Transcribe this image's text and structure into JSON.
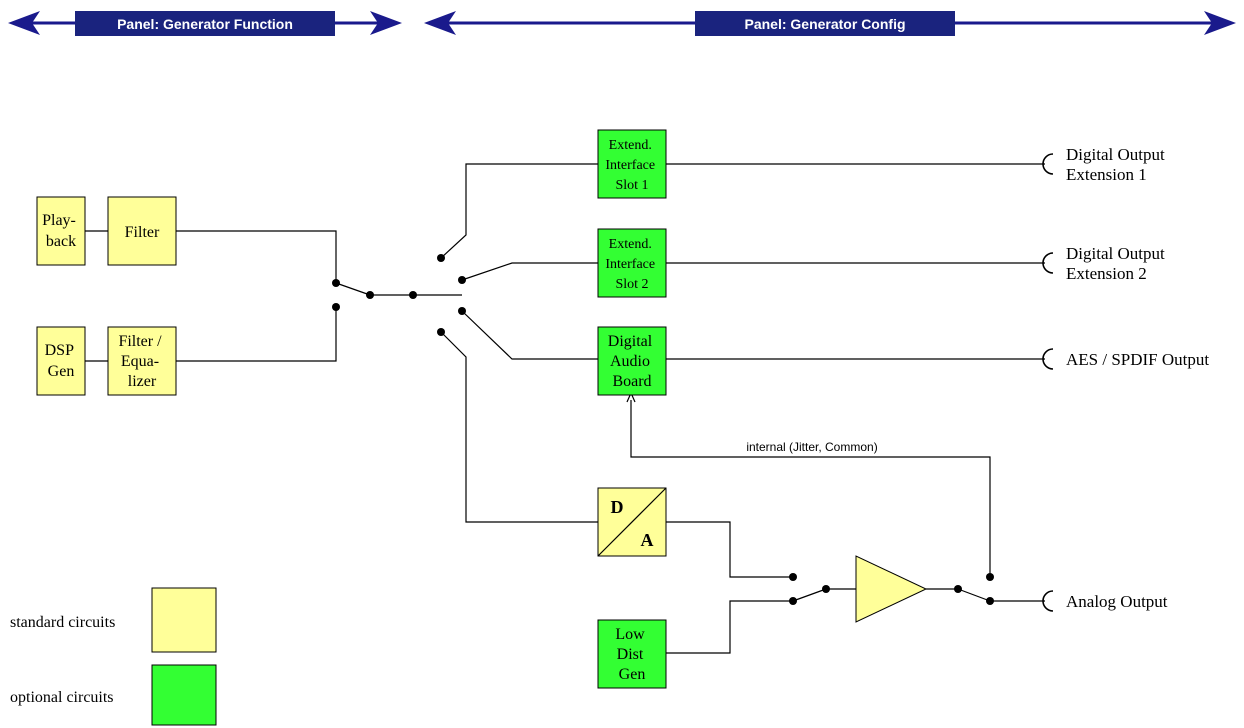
{
  "colors": {
    "standard": "#ffff99",
    "optional": "#33ff33",
    "panel": "#1a237e",
    "arrow": "#1a1a8c"
  },
  "panels": {
    "function": "Panel: Generator Function",
    "config": "Panel: Generator Config"
  },
  "blocks": {
    "playback": [
      "Play-",
      "back"
    ],
    "filter1": [
      "Filter"
    ],
    "dsp_gen": [
      "DSP",
      "Gen"
    ],
    "filter_eq": [
      "Filter /",
      "Equa-",
      "lizer"
    ],
    "ext_slot1": [
      "Extend.",
      "Interface",
      "Slot 1"
    ],
    "ext_slot2": [
      "Extend.",
      "Interface",
      "Slot 2"
    ],
    "digital_audio_board": [
      "Digital",
      "Audio",
      "Board"
    ],
    "da_converter": [
      "D",
      "A"
    ],
    "low_dist_gen": [
      "Low",
      "Dist",
      "Gen"
    ]
  },
  "outputs": {
    "digital_ext1": [
      "Digital Output",
      "Extension 1"
    ],
    "digital_ext2": [
      "Digital Output",
      "Extension 2"
    ],
    "aes_spdif": "AES / SPDIF Output",
    "analog": "Analog Output"
  },
  "internal_label": "internal (Jitter, Common)",
  "legend": {
    "standard": "standard circuits",
    "optional": "optional circuits"
  }
}
